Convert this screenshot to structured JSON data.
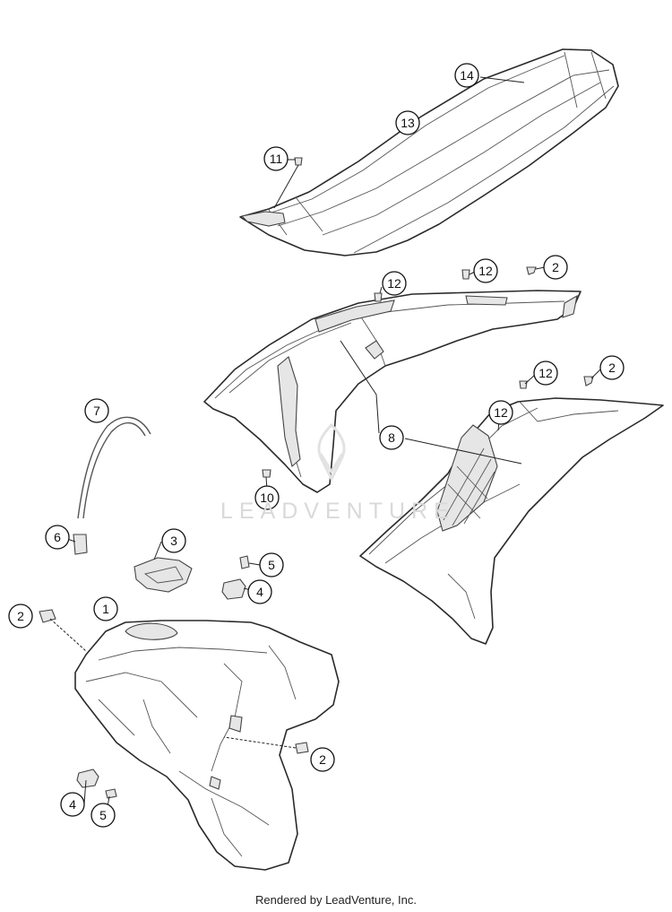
{
  "watermark": {
    "text": "LEADVENTURE"
  },
  "footer": {
    "text": "Rendered by LeadVenture, Inc."
  },
  "callouts": [
    {
      "id": "14",
      "label": "14"
    },
    {
      "id": "13",
      "label": "13"
    },
    {
      "id": "11",
      "label": "11"
    },
    {
      "id": "12a",
      "label": "12"
    },
    {
      "id": "12b",
      "label": "12"
    },
    {
      "id": "2a",
      "label": "2"
    },
    {
      "id": "12c",
      "label": "12"
    },
    {
      "id": "2b",
      "label": "2"
    },
    {
      "id": "12d",
      "label": "12"
    },
    {
      "id": "7",
      "label": "7"
    },
    {
      "id": "8",
      "label": "8"
    },
    {
      "id": "10",
      "label": "10"
    },
    {
      "id": "6",
      "label": "6"
    },
    {
      "id": "3",
      "label": "3"
    },
    {
      "id": "5a",
      "label": "5"
    },
    {
      "id": "4a",
      "label": "4"
    },
    {
      "id": "2c",
      "label": "2"
    },
    {
      "id": "1",
      "label": "1"
    },
    {
      "id": "2d",
      "label": "2"
    },
    {
      "id": "4b",
      "label": "4"
    },
    {
      "id": "5b",
      "label": "5"
    }
  ]
}
